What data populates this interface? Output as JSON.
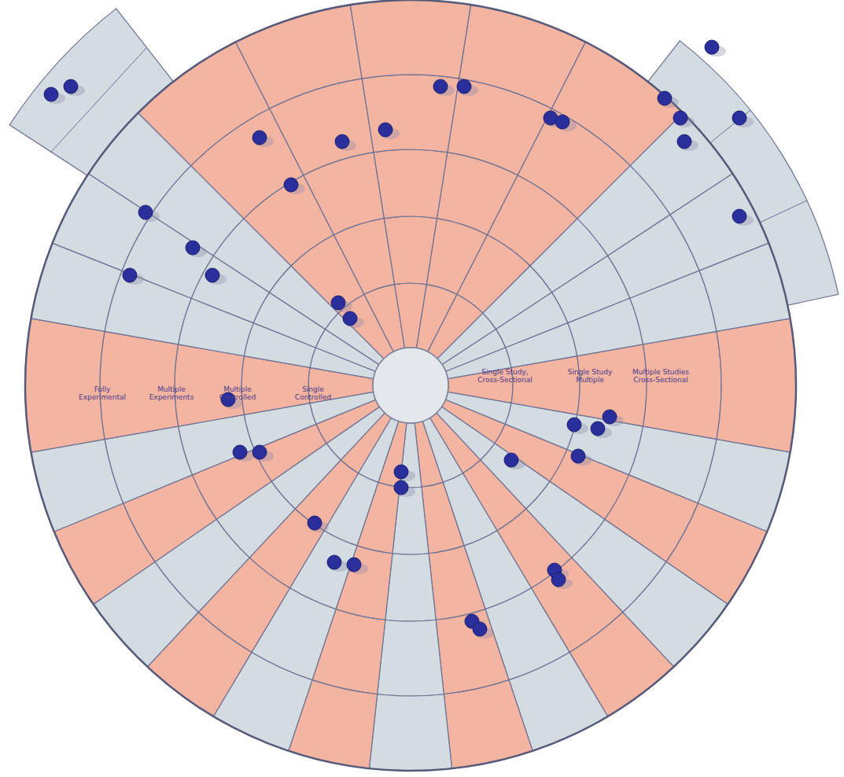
{
  "diagram": {
    "labels": [
      "Fully Experimental",
      "Multiple Experiments",
      "Multiple Controlled",
      "Single Controlled",
      "Single Study, Cross-Sectional",
      "Single Study Multiple",
      "Multiple Studies Cross-Sectional"
    ]
  }
}
